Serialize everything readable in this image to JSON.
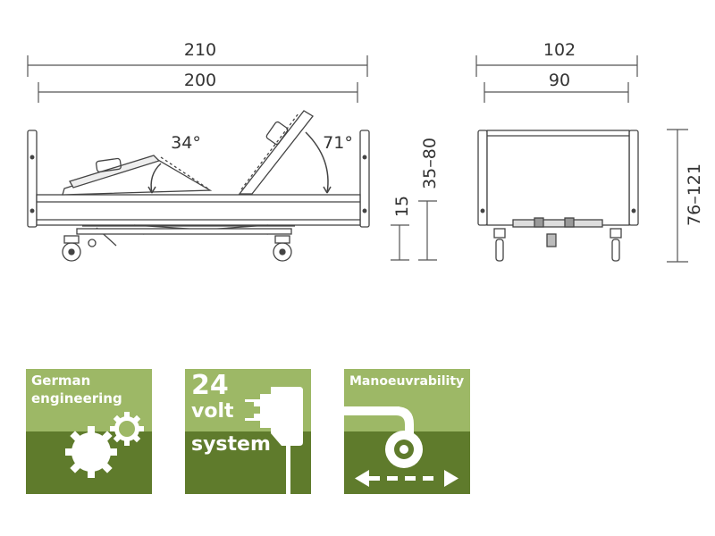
{
  "dimensions": {
    "overall_length": "210",
    "mattress_length": "200",
    "overall_width": "102",
    "mattress_width": "90",
    "backrest_angle": "71°",
    "legrest_angle": "34°",
    "deck_thickness": "15",
    "height_range": "35–80",
    "overall_height_range": "76–121"
  },
  "badges": [
    {
      "line1": "German",
      "line2": "engineering",
      "icon": "gears-icon"
    },
    {
      "big": "24",
      "line2": "volt",
      "line3": "system",
      "icon": "power-adapter-icon"
    },
    {
      "line1": "Manoeuvrability",
      "icon": "caster-wheel-icon"
    }
  ],
  "colors": {
    "badge_light": "#9db866",
    "badge_dark": "#5f7b2c",
    "line": "#444444"
  }
}
